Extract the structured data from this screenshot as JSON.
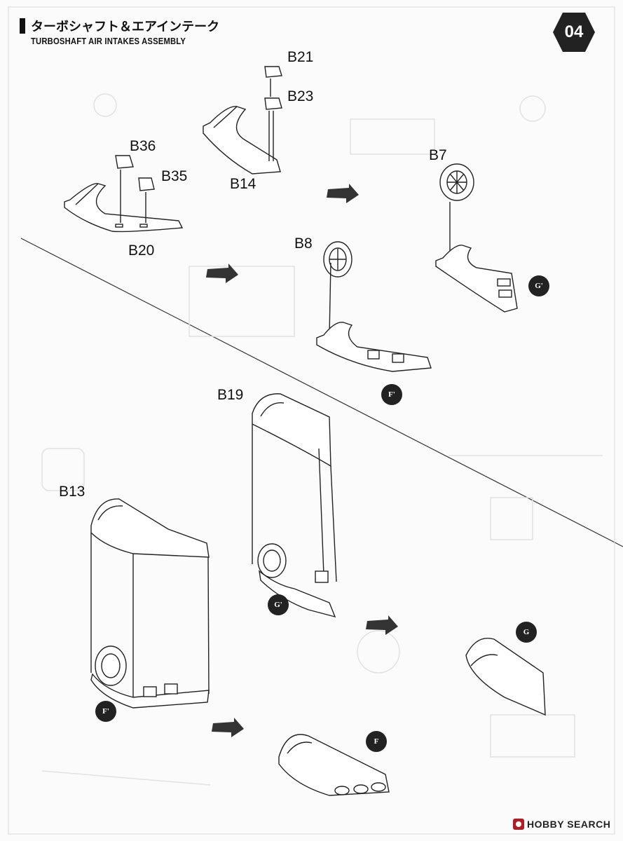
{
  "header": {
    "title_jp": "ターボシャフト＆エアインテーク",
    "title_en": "TURBOSHAFT AIR INTAKES ASSEMBLY",
    "step_number": "04"
  },
  "part_labels": {
    "b21": "B21",
    "b23": "B23",
    "b14": "B14",
    "b36": "B36",
    "b35": "B35",
    "b20": "B20",
    "b7": "B7",
    "b8": "B8",
    "b19": "B19",
    "b13": "B13"
  },
  "markers": {
    "g_prime_top": "G'",
    "f_prime_mid": "F'",
    "g_prime_mid": "G'",
    "f_prime_bottom": "F'",
    "g": "G",
    "f": "F"
  },
  "footer": {
    "watermark": "HOBBY SEARCH"
  }
}
